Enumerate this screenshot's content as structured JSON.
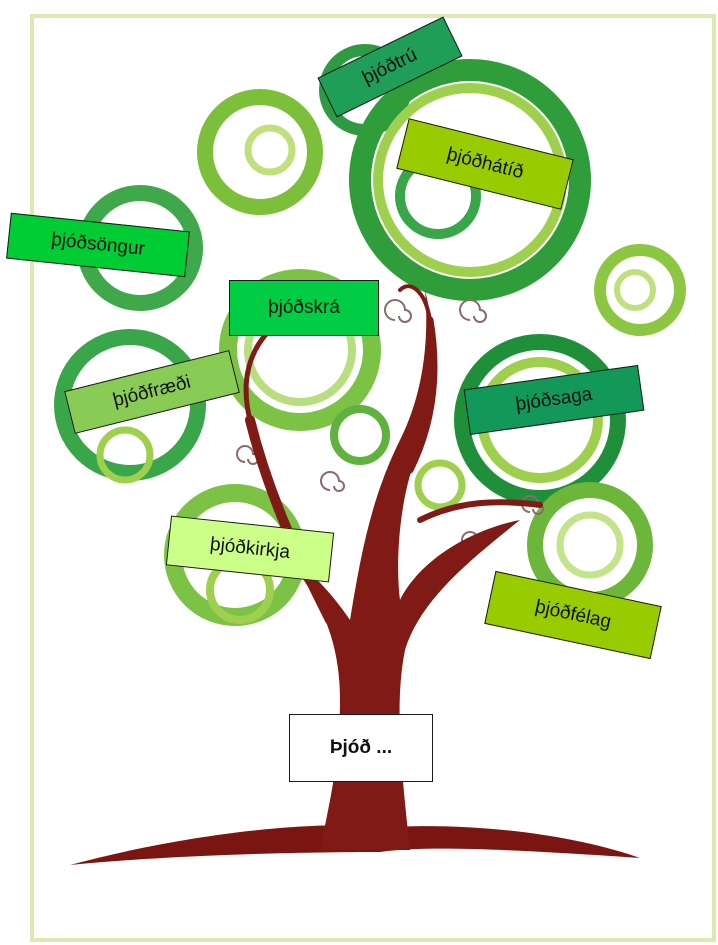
{
  "root": {
    "text": "Þjóð ..."
  },
  "labels": [
    {
      "id": "thjodtru",
      "text": "þjóðtrú",
      "color": "#1e9e56"
    },
    {
      "id": "thjodhatid",
      "text": "þjóðhátíð",
      "color": "#99cc00"
    },
    {
      "id": "thjodsongur",
      "text": "þjóðsöngur",
      "color": "#00cc33"
    },
    {
      "id": "thjodskra",
      "text": "þjóðskrá",
      "color": "#00cc44"
    },
    {
      "id": "thjodfraedi",
      "text": "þjóðfræði",
      "color": "#88cc55"
    },
    {
      "id": "thjodsaga",
      "text": "þjóðsaga",
      "color": "#12995a"
    },
    {
      "id": "thjodkirkja",
      "text": "þjóðkirkja",
      "color": "#ccff88"
    },
    {
      "id": "thjodfelag",
      "text": "þjóðfélag",
      "color": "#99cc00"
    }
  ]
}
